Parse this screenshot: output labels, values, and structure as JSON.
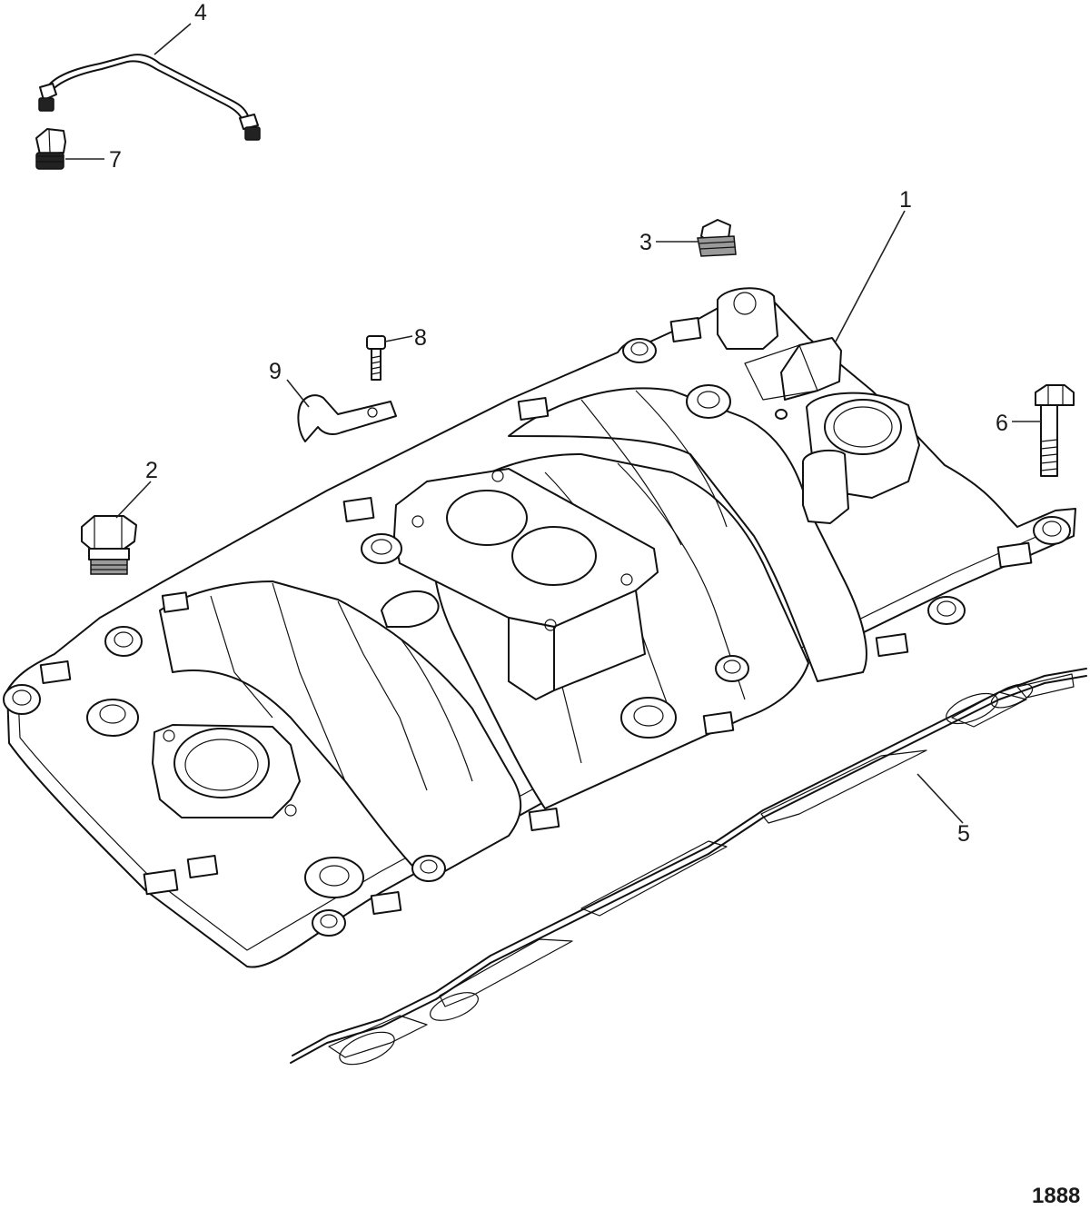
{
  "callouts": {
    "c1": "1",
    "c2": "2",
    "c3": "3",
    "c4": "4",
    "c5": "5",
    "c6": "6",
    "c7": "7",
    "c8": "8",
    "c9": "9"
  },
  "figure_number": "1888"
}
